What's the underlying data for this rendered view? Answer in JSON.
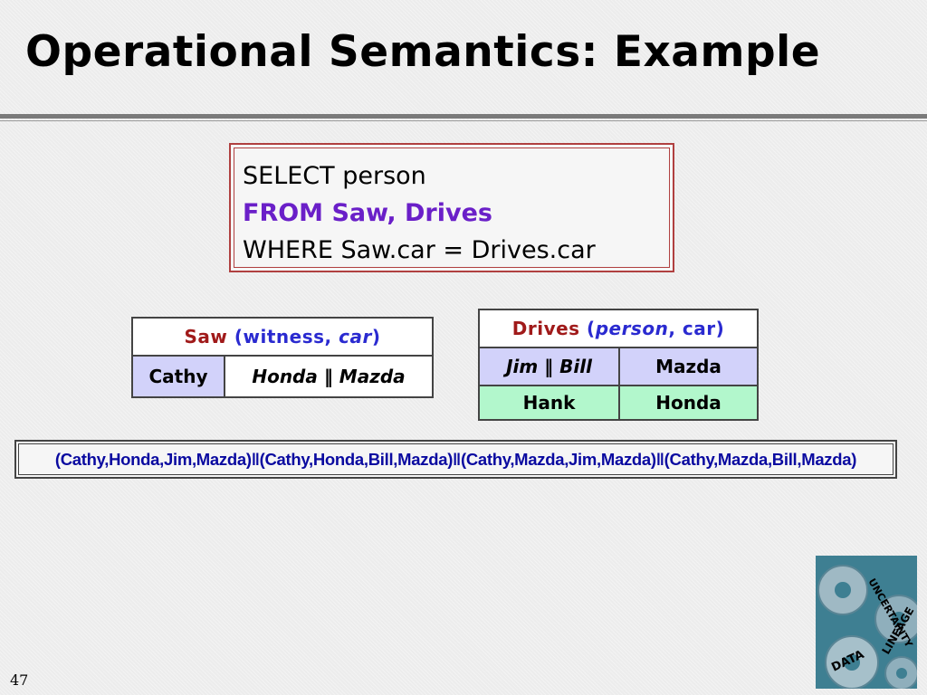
{
  "slide": {
    "title": "Operational Semantics: Example",
    "page_number": "47"
  },
  "query": {
    "line1": "SELECT person",
    "line2": "FROM Saw, Drives",
    "line3": "WHERE Saw.car = Drives.car"
  },
  "saw": {
    "name": "Saw",
    "open": "(witness, ",
    "attr_italic": "car",
    "close": ")",
    "row1_col1": "Cathy",
    "row1_col2": "Honda ‖ Mazda"
  },
  "drives": {
    "name": "Drives",
    "open": "(",
    "attr_italic": "person",
    "rest": ", car)",
    "row1_col1": "Jim ‖ Bill",
    "row1_col2": "Mazda",
    "row2_col1": "Hank",
    "row2_col2": "Honda"
  },
  "result": {
    "text": "(Cathy,Honda,Jim,Mazda)‖(Cathy,Honda,Bill,Mazda)‖(Cathy,Mazda,Jim,Mazda)‖(Cathy,Mazda,Bill,Mazda)"
  },
  "logo": {
    "word1": "UNCERTAINTY",
    "word2": "LINEAGE",
    "word3": "DATA"
  },
  "colors": {
    "relation_name": "#a01a1a",
    "attribute": "#2a2ad0",
    "from_clause": "#6a1fc8",
    "result_text": "#0a0aa0",
    "lavender_fill": "#d2d2fa",
    "mint_fill": "#b2f7cc"
  }
}
